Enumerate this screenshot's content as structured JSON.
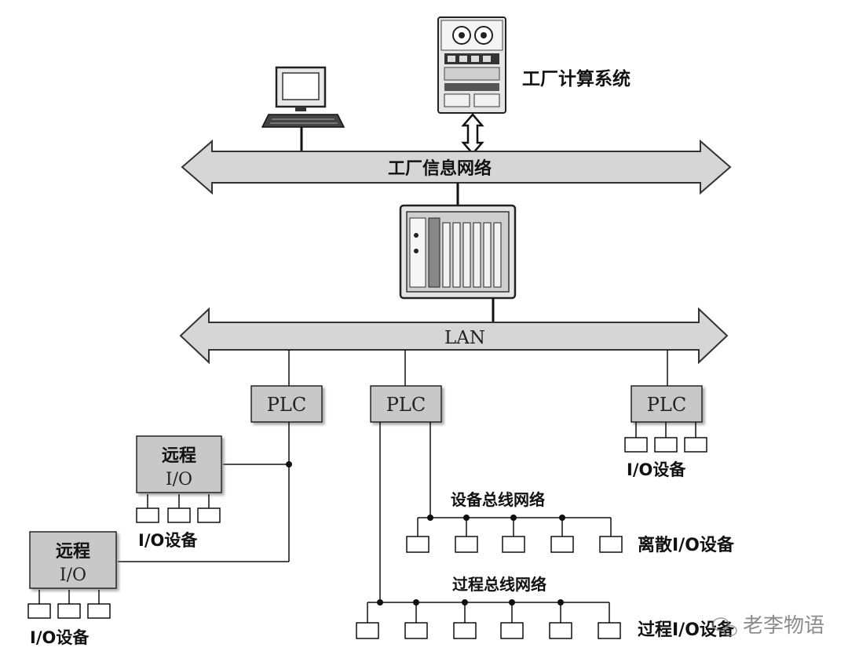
{
  "labels": {
    "factory_computing_system": "工厂计算系统",
    "factory_info_network": "工厂信息网络",
    "lan": "LAN",
    "plc": "PLC",
    "remote_top": "远程",
    "remote_bottom": "I/O",
    "io_devices": "I/O设备",
    "device_bus_network": "设备总线网络",
    "discrete_io_devices": "离散I/O设备",
    "process_bus_network": "过程总线网络",
    "process_io_devices": "过程I/O设备",
    "watermark": "老李物语"
  },
  "colors": {
    "bus_fill": "#d6d6d6",
    "box_fill": "#c8c8c8",
    "line": "#1a1a1a"
  }
}
